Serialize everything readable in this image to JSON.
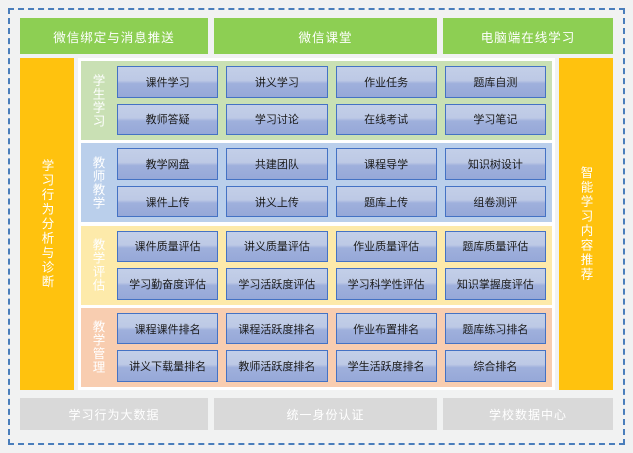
{
  "colors": {
    "green": "#8dcf53",
    "amber": "#ffc20e",
    "section_green": "#c9e0b4",
    "section_blue": "#bacfeb",
    "section_yellow": "#fdeaaa",
    "section_peach": "#f8cdb0",
    "button_border": "#4472c4",
    "gray": "#d9d9d9",
    "frame_border": "#4a7ebb",
    "page_background": "#f1f2f2"
  },
  "top_band": {
    "items": [
      {
        "label": "微信绑定与消息推送"
      },
      {
        "label": "微信课堂"
      },
      {
        "label": "电脑端在线学习"
      }
    ]
  },
  "left_pillar": {
    "label": "学习行为分析与诊断"
  },
  "right_pillar": {
    "label": "智能学习内容推荐"
  },
  "sections": [
    {
      "label": "学生学习",
      "buttons": [
        "课件学习",
        "讲义学习",
        "作业任务",
        "题库自测",
        "教师答疑",
        "学习讨论",
        "在线考试",
        "学习笔记"
      ]
    },
    {
      "label": "教师教学",
      "buttons": [
        "教学网盘",
        "共建团队",
        "课程导学",
        "知识树设计",
        "课件上传",
        "讲义上传",
        "题库上传",
        "组卷测评"
      ]
    },
    {
      "label": "教学评估",
      "buttons": [
        "课件质量评估",
        "讲义质量评估",
        "作业质量评估",
        "题库质量评估",
        "学习勤奋度评估",
        "学习活跃度评估",
        "学习科学性评估",
        "知识掌握度评估"
      ]
    },
    {
      "label": "教学管理",
      "buttons": [
        "课程课件排名",
        "课程活跃度排名",
        "作业布置排名",
        "题库练习排名",
        "讲义下载量排名",
        "教师活跃度排名",
        "学生活跃度排名",
        "综合排名"
      ]
    }
  ],
  "bottom_band": {
    "items": [
      {
        "label": "学习行为大数据"
      },
      {
        "label": "统一身份认证"
      },
      {
        "label": "学校数据中心"
      }
    ]
  }
}
